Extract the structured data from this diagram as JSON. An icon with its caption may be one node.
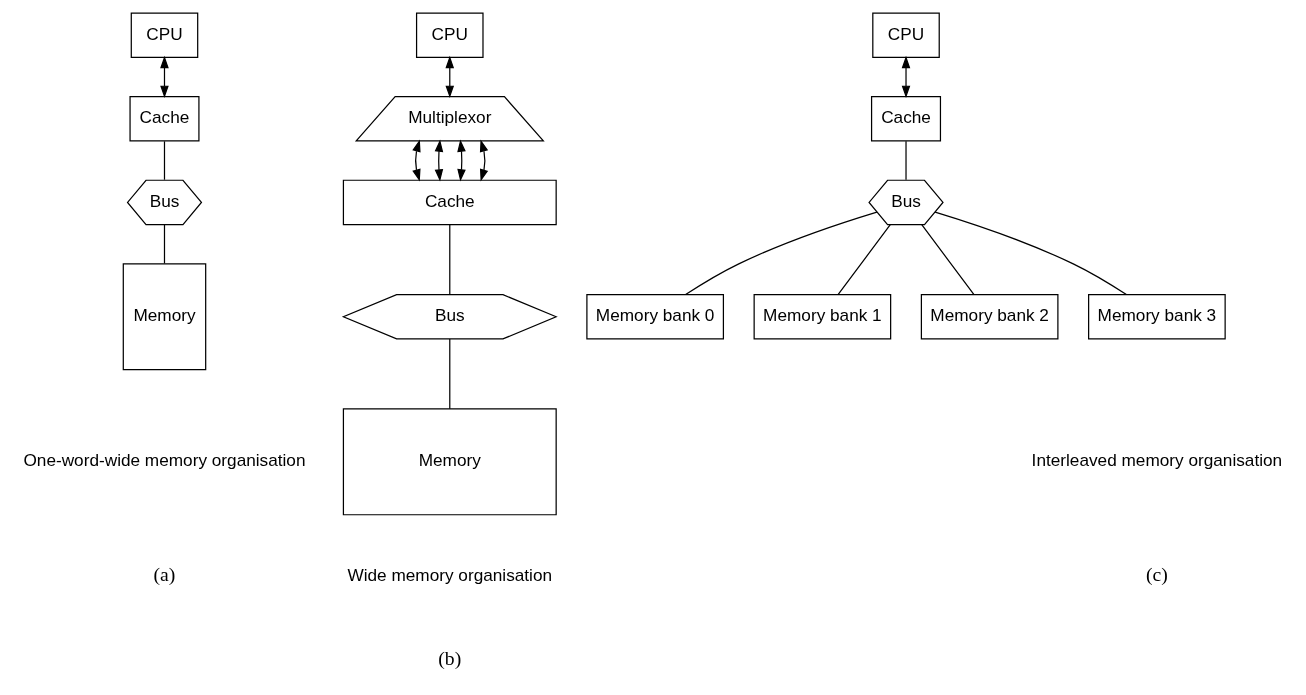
{
  "diagram": {
    "nodes": [
      {
        "text": [
          "CPU"
        ]
      },
      {
        "text": [
          "Cache"
        ]
      },
      {
        "text": [
          "Bus"
        ]
      },
      {
        "text": [
          "Memory"
        ]
      },
      {
        "text": [
          "CPU"
        ]
      },
      {
        "text": [
          "Multiplexor"
        ]
      },
      {
        "text": [
          "Cache"
        ]
      },
      {
        "text": [
          "Bus"
        ]
      },
      {
        "text": [
          "Memory"
        ]
      },
      {
        "text": [
          "CPU"
        ]
      },
      {
        "text": [
          "Cache"
        ]
      },
      {
        "text": [
          "Bus"
        ]
      },
      {
        "text": [
          "Memory bank 0"
        ]
      },
      {
        "text": [
          "Memory bank 1"
        ]
      },
      {
        "text": [
          "Memory bank 2"
        ]
      },
      {
        "text": [
          "Memory bank 3"
        ]
      }
    ],
    "edges": [
      {
        "from": 0,
        "to": 1,
        "arrow": "both"
      },
      {
        "from": 1,
        "to": 2,
        "arrow": "none"
      },
      {
        "from": 2,
        "to": 3,
        "arrow": "none"
      },
      {
        "from": 4,
        "to": 5,
        "arrow": "both"
      },
      {
        "from": 5,
        "to": 6,
        "arrow": "both"
      },
      {
        "from": 5,
        "to": 6,
        "arrow": "both"
      },
      {
        "from": 5,
        "to": 6,
        "arrow": "both"
      },
      {
        "from": 5,
        "to": 6,
        "arrow": "both"
      },
      {
        "from": 6,
        "to": 7,
        "arrow": "none"
      },
      {
        "from": 7,
        "to": 8,
        "arrow": "none"
      },
      {
        "from": 9,
        "to": 10,
        "arrow": "both"
      },
      {
        "from": 10,
        "to": 11,
        "arrow": "none"
      },
      {
        "from": 11,
        "to": 12,
        "arrow": "none"
      },
      {
        "from": 11,
        "to": 13,
        "arrow": "none"
      },
      {
        "from": 11,
        "to": 14,
        "arrow": "none"
      },
      {
        "from": 11,
        "to": 15,
        "arrow": "none"
      }
    ],
    "labels": [
      "One-word-wide memory organisation",
      "(a)",
      "Wide memory organisation",
      "(b)",
      "Interleaved memory organisation",
      "(c)"
    ]
  }
}
